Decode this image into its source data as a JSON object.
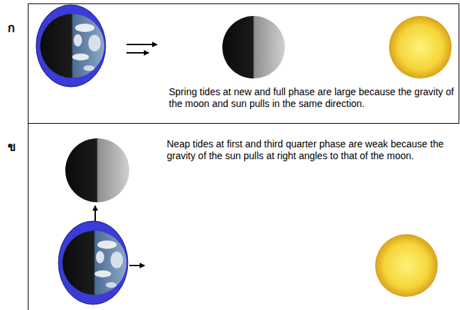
{
  "diagram": {
    "nodes": [
      {
        "text": [
          "ก",
          "Spring tides at new and full phase are large because the gravity of the moon and sun pulls in the same direction."
        ]
      },
      {
        "text": [
          "ข",
          "Neap tides at first and third quarter phase are weak because the gravity of the sun pulls at right angles to that of the moon."
        ]
      }
    ]
  }
}
